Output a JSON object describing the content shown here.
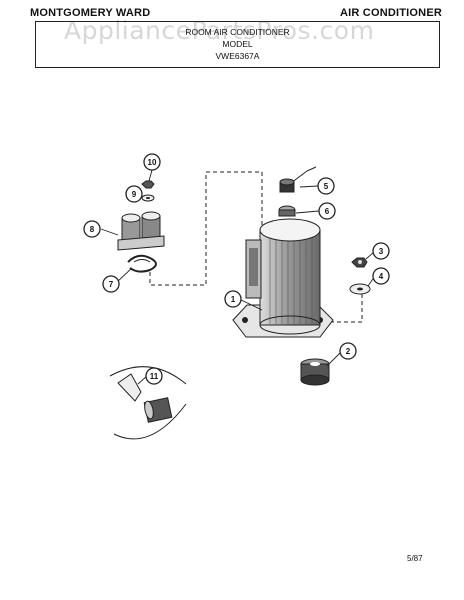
{
  "header": {
    "brand": "MONTGOMERY WARD",
    "category": "AIR CONDITIONER",
    "watermark": "AppliancePartsPros.com"
  },
  "title_box": {
    "line1": "ROOM AIR CONDITIONER",
    "line2": "MODEL",
    "line3": "VWE6367A"
  },
  "callouts": [
    "1",
    "2",
    "3",
    "4",
    "5",
    "6",
    "7",
    "8",
    "9",
    "10",
    "11"
  ],
  "footer": {
    "date": "5/87"
  }
}
